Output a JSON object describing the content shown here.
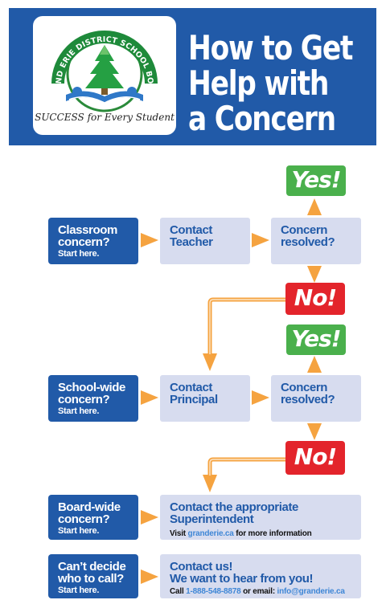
{
  "header": {
    "logo_arc_text": "GRAND ERIE DISTRICT SCHOOL BOARD",
    "logo_tagline": "SUCCESS for Every Student",
    "title_lines": [
      "How to Get",
      "Help with",
      "a Concern"
    ]
  },
  "badges": {
    "yes_label": "Yes!",
    "no_label": "No!"
  },
  "row1": {
    "start": {
      "question_lines": [
        "Classroom",
        "concern?"
      ],
      "start_here": "Start here."
    },
    "contact": {
      "lines": [
        "Contact",
        "Teacher"
      ]
    },
    "resolved": {
      "lines": [
        "Concern",
        "resolved?"
      ]
    }
  },
  "row2": {
    "start": {
      "question_lines": [
        "School-wide",
        "concern?"
      ],
      "start_here": "Start here."
    },
    "contact": {
      "lines": [
        "Contact",
        "Principal"
      ]
    },
    "resolved": {
      "lines": [
        "Concern",
        "resolved?"
      ]
    }
  },
  "row3": {
    "start": {
      "question_lines": [
        "Board-wide",
        "concern?"
      ],
      "start_here": "Start here."
    },
    "contact": {
      "lines": [
        "Contact the appropriate",
        "Superintendent"
      ],
      "info_prefix": "Visit ",
      "info_link": "granderie.ca",
      "info_suffix": " for more information"
    }
  },
  "row4": {
    "start": {
      "question_lines": [
        "Can’t decide",
        "who to call?"
      ],
      "start_here": "Start here."
    },
    "contact": {
      "lines": [
        "Contact us!",
        "We want to hear from you!"
      ],
      "info_prefix": "Call ",
      "phone": "1-888-548-8878",
      "info_middle": " or email: ",
      "email": "info@granderie.ca"
    }
  },
  "colors": {
    "brand_blue": "#215aa8",
    "step_fill": "#d7dcef",
    "arrow_orange": "#f5a340",
    "yes_green": "#4ab04c",
    "no_red": "#e3242b"
  }
}
